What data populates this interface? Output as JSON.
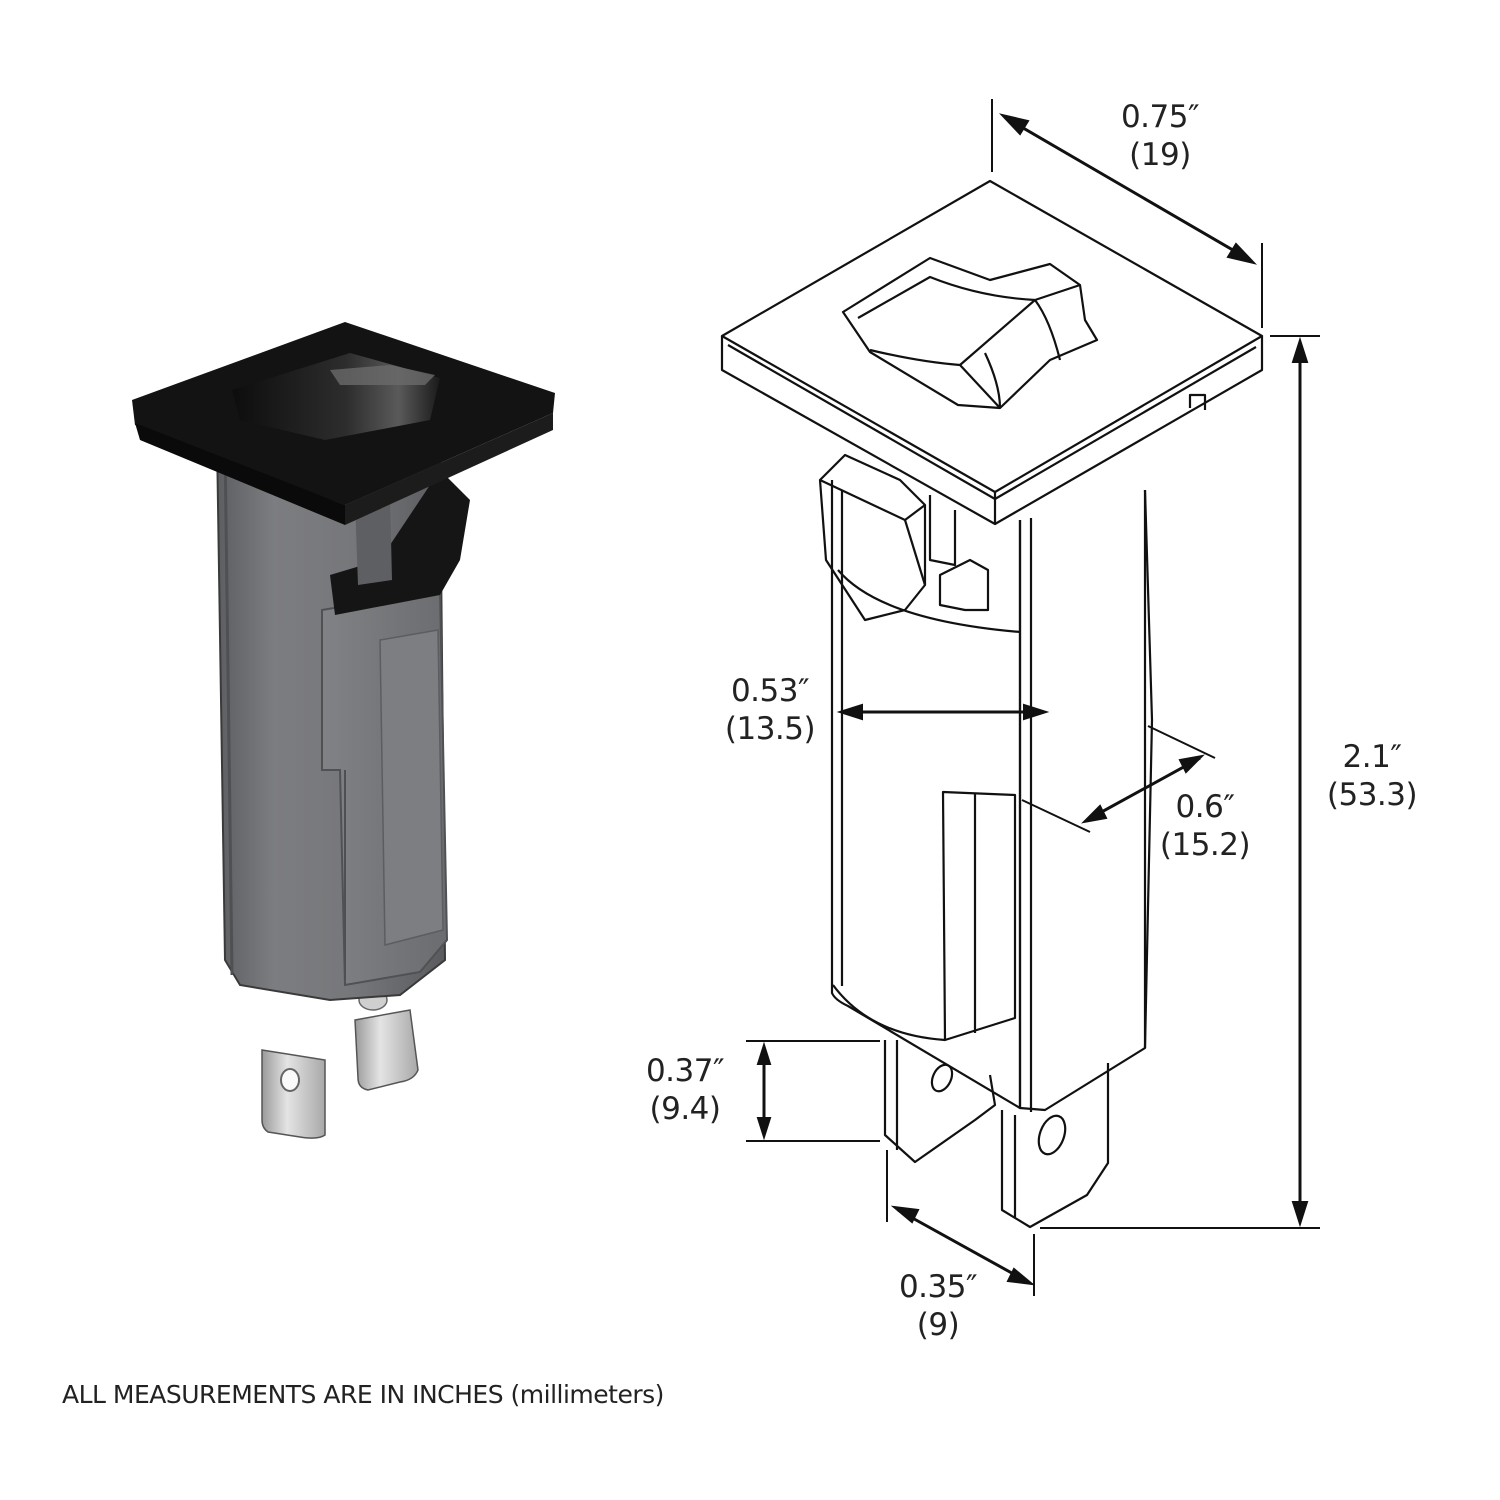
{
  "figure": {
    "subject": "panel-mount rocker circuit breaker",
    "photo": {
      "housing_color": "#7a7b7e",
      "cap_color": "#121212",
      "terminal_color": "#c9c9c9"
    },
    "drawing": {
      "line_color": "#111111",
      "background": "#ffffff"
    }
  },
  "dimensions": {
    "flange_width": {
      "inches": "0.75″",
      "mm": "(19)"
    },
    "body_width": {
      "inches": "0.53″",
      "mm": "(13.5)"
    },
    "body_depth": {
      "inches": "0.6″",
      "mm": "(15.2)"
    },
    "overall_height": {
      "inches": "2.1″",
      "mm": "(53.3)"
    },
    "terminal_length": {
      "inches": "0.37″",
      "mm": "(9.4)"
    },
    "terminal_spacing": {
      "inches": "0.35″",
      "mm": "(9)"
    }
  },
  "footnote": "ALL MEASUREMENTS ARE IN INCHES (millimeters)"
}
